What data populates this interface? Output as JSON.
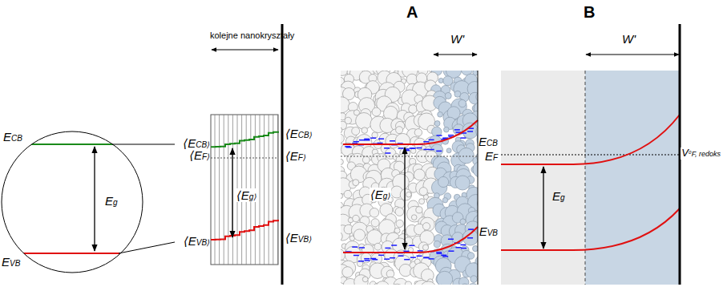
{
  "diagram": {
    "nodes": [
      {
        "text": [
          "Eg"
        ]
      },
      {
        "text": [
          "⟨Eg⟩"
        ]
      },
      {
        "text": [
          "A",
          "⟨Eg⟩"
        ]
      },
      {
        "text": [
          "B",
          "Eg"
        ]
      }
    ],
    "labels": [
      "ECB",
      "EVB",
      "kolejne nanokryształy",
      "⟨ECB⟩",
      "⟨EF⟩",
      "⟨EVB⟩",
      "⟨ECB⟩",
      "⟨EF⟩",
      "⟨EVB⟩",
      "W'",
      "ECB",
      "EF",
      "EVB",
      "V⁰F, redoks",
      "W'"
    ]
  }
}
